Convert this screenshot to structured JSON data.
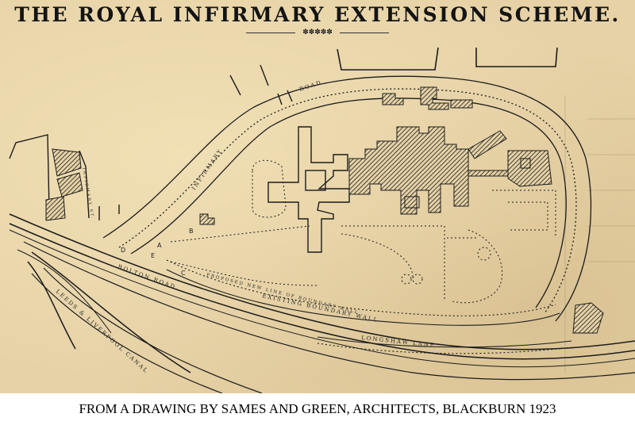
{
  "title": "THE ROYAL INFIRMARY EXTENSION SCHEME.",
  "ornament": "✽✽✽✽✽",
  "caption": "FROM A DRAWING BY SAMES AND GREEN, ARCHITECTS, BLACKBURN 1923",
  "map_labels": {
    "road_upper": "ROAD",
    "infirmary": "INFIRMARY",
    "bolton_road": "BOLTON ROAD",
    "existing_boundary_wall": "EXISTING BOUNDARY WALL",
    "proposed_line_boundary_wall": "PROPOSED NEW LINE OF BOUNDARY WALL",
    "longshaw_lane": "LONGSHAW LANE",
    "leeds_liverpool_canal": "LEEDS & LIVERPOOL CANAL",
    "side_street": "INFIRMARY ST."
  },
  "letters": {
    "a": "A",
    "b": "B",
    "c": "C",
    "d": "D",
    "e": "E"
  },
  "colors": {
    "paper": "#e6d2a6",
    "ink": "#1c1c1c"
  }
}
